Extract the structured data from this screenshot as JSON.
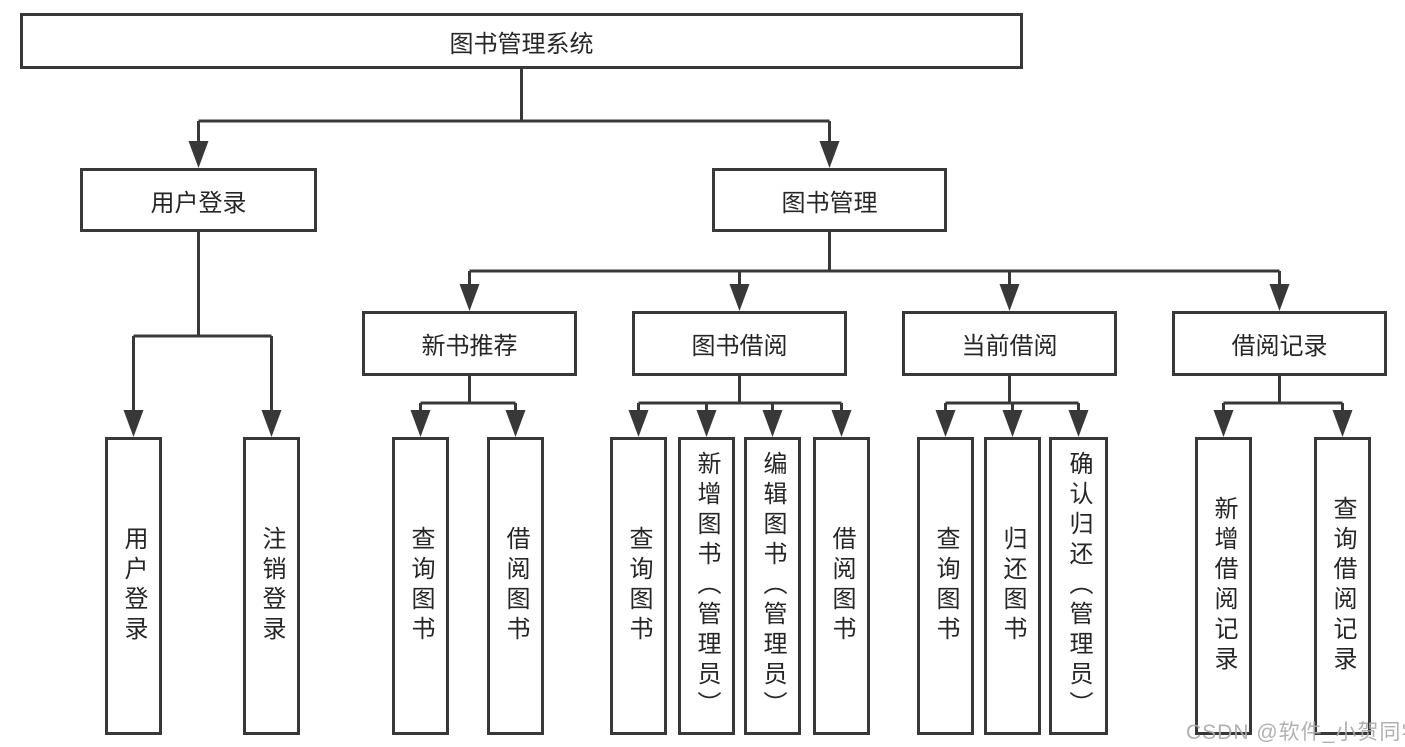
{
  "diagram": {
    "title": "图书管理系统",
    "branches": [
      {
        "label": "用户登录",
        "children": [
          {
            "label": "用户登录"
          },
          {
            "label": "注销登录"
          }
        ]
      },
      {
        "label": "图书管理",
        "children": [
          {
            "label": "新书推荐",
            "children": [
              {
                "label": "查询图书"
              },
              {
                "label": "借阅图书"
              }
            ]
          },
          {
            "label": "图书借阅",
            "children": [
              {
                "label": "查询图书"
              },
              {
                "label": "新增图书（管理员）"
              },
              {
                "label": "编辑图书（管理员）"
              },
              {
                "label": "借阅图书"
              }
            ]
          },
          {
            "label": "当前借阅",
            "children": [
              {
                "label": "查询图书"
              },
              {
                "label": "归还图书"
              },
              {
                "label": "确认归还（管理员）"
              }
            ]
          },
          {
            "label": "借阅记录",
            "children": [
              {
                "label": "新增借阅记录"
              },
              {
                "label": "查询借阅记录"
              }
            ]
          }
        ]
      }
    ]
  },
  "watermark": "CSDN @软件_小贺同学",
  "colors": {
    "line": "#383838",
    "text": "#262626",
    "watermark": "#ababab",
    "background": "#ffffff"
  }
}
